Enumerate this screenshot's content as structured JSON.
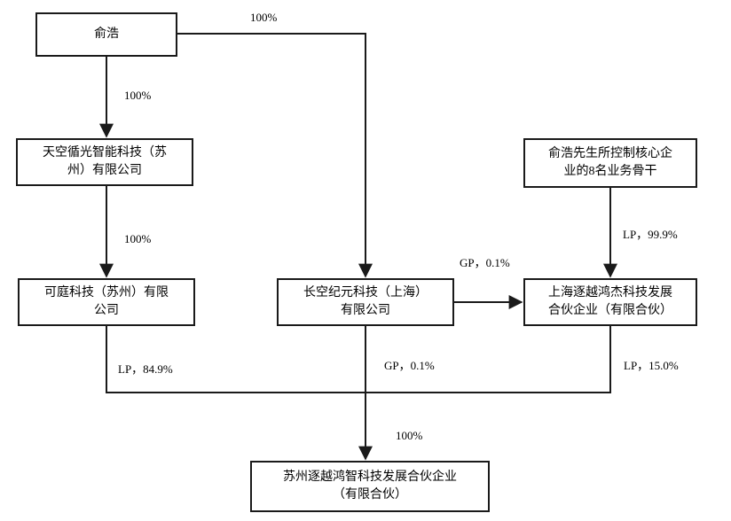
{
  "nodes": {
    "yuhao": "俞浩",
    "tiankong": "天空循光智能科技（苏\n州）有限公司",
    "keting": "可庭科技（苏州）有限\n公司",
    "changkong": "长空纪元科技（上海）\n有限公司",
    "core": "俞浩先生所控制核心企\n业的8名业务骨干",
    "shanghai": "上海逐越鸿杰科技发展\n合伙企业（有限合伙）",
    "suzhou": "苏州逐越鸿智科技发展合伙企业\n（有限合伙）"
  },
  "labels": {
    "yuhao_to_changkong": "100%",
    "yuhao_to_tiankong": "100%",
    "tiankong_to_keting": "100%",
    "core_to_shanghai": "LP，99.9%",
    "changkong_to_shanghai": "GP，0.1%",
    "keting_to_suzhou": "LP，84.9%",
    "changkong_to_suzhou": "GP，0.1%",
    "shanghai_to_suzhou": "LP，15.0%",
    "merge_to_suzhou": "100%"
  },
  "colors": {
    "line": "#1a1a1a",
    "border": "#1a1a1a",
    "text": "#000000"
  }
}
